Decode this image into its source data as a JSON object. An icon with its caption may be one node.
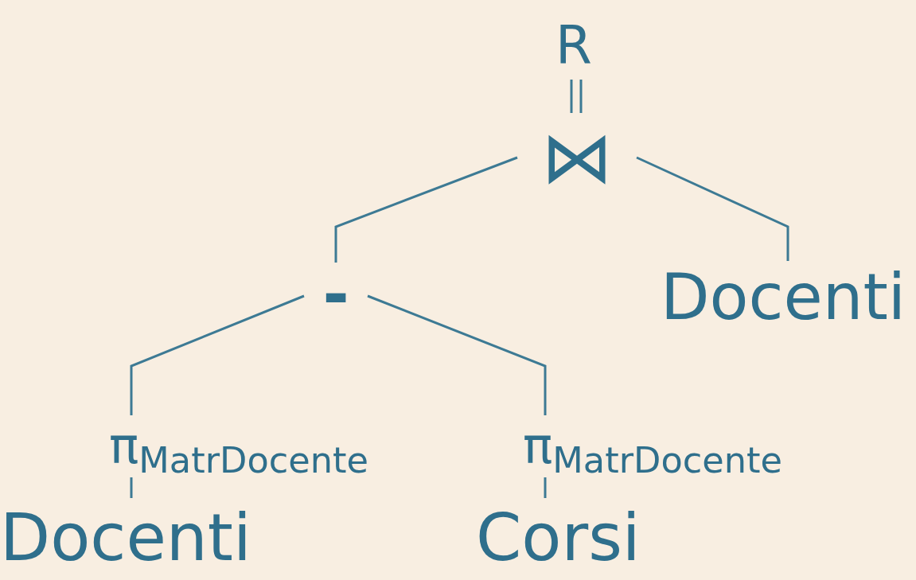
{
  "diagram": {
    "nodes": [
      {
        "text": [
          "R"
        ]
      },
      {
        "text": [
          "⋈"
        ]
      },
      {
        "text": [
          "-"
        ]
      },
      {
        "text": [
          "Docenti"
        ]
      },
      {
        "text": [
          "π$_{MatrDocente}$"
        ]
      },
      {
        "text": [
          "π$_{MatrDocente}$"
        ]
      },
      {
        "text": [
          "Docenti"
        ]
      },
      {
        "text": [
          "Corsi"
        ]
      }
    ],
    "edges": [
      {
        "from": 1,
        "to": 0,
        "arrow": "none"
      },
      {
        "from": 1,
        "to": 2,
        "arrow": "none"
      },
      {
        "from": 1,
        "to": 3,
        "arrow": "none"
      },
      {
        "from": 2,
        "to": 4,
        "arrow": "none"
      },
      {
        "from": 2,
        "to": 5,
        "arrow": "none"
      },
      {
        "from": 4,
        "to": 6,
        "arrow": "none"
      },
      {
        "from": 5,
        "to": 7,
        "arrow": "none"
      }
    ]
  }
}
